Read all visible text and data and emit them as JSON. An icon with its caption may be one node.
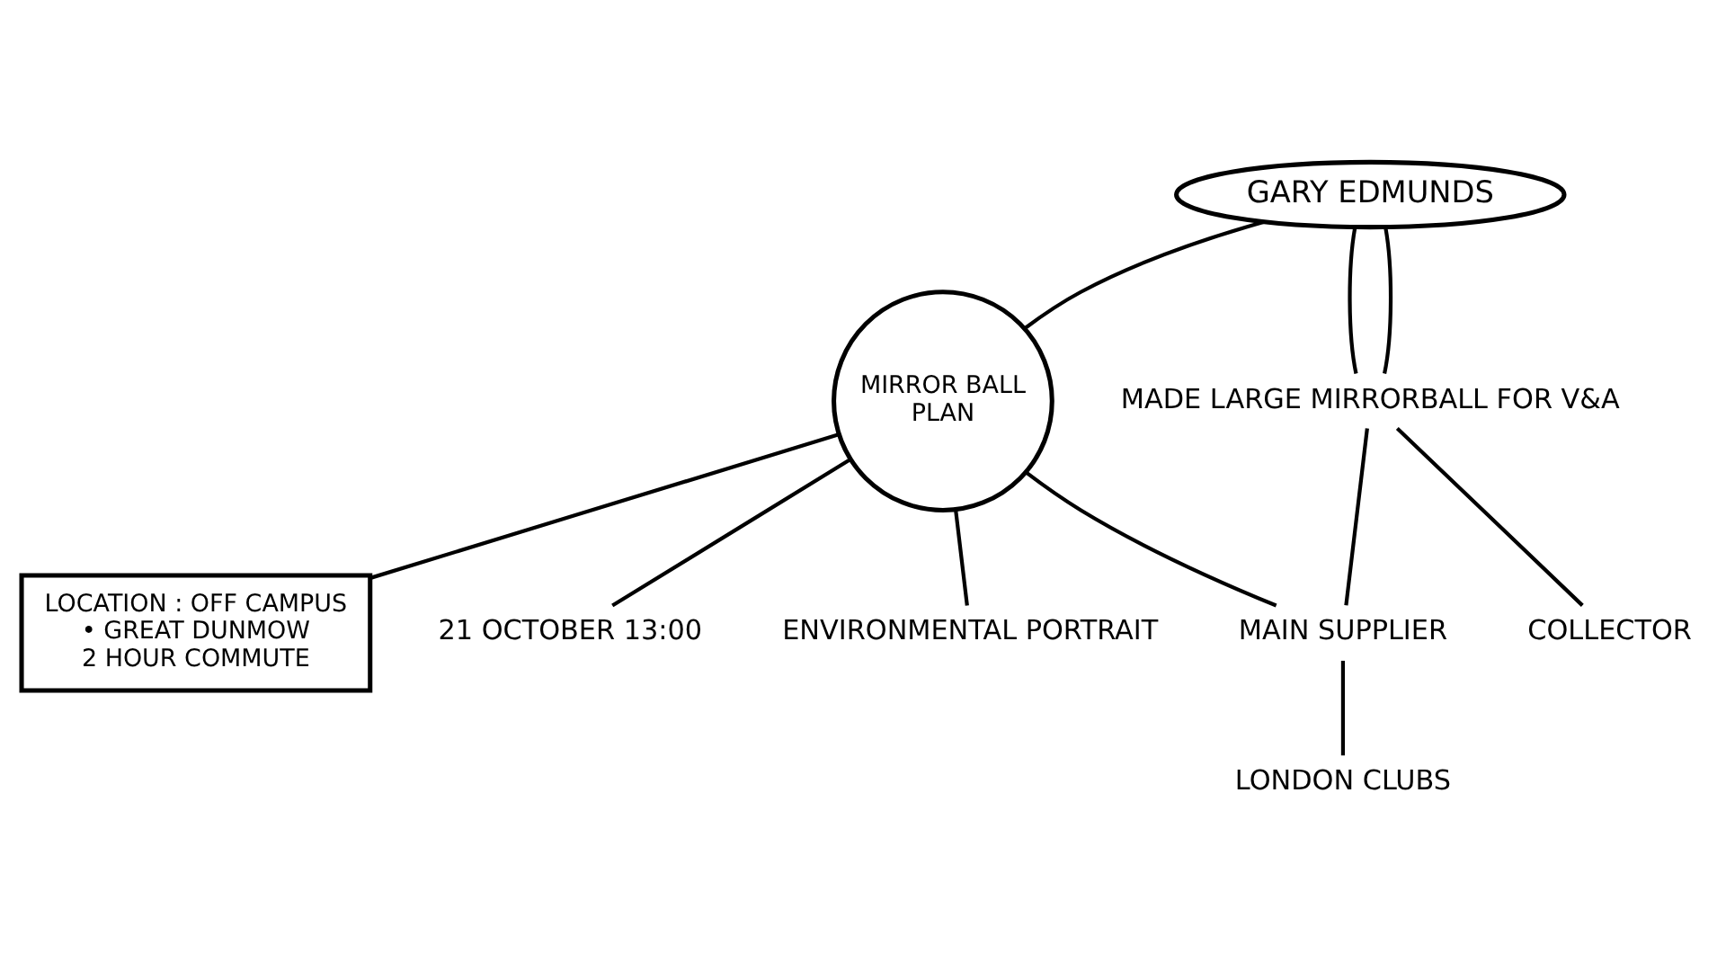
{
  "diagram": {
    "nodes": [
      {
        "text": [
          "GARY EDMUNDS"
        ]
      },
      {
        "text": [
          "MIRROR BALL",
          "PLAN"
        ]
      },
      {
        "text": [
          "MADE LARGE MIRRORBALL FOR V&A"
        ]
      },
      {
        "text": [
          "COLLECTOR"
        ]
      },
      {
        "text": [
          "MAIN SUPPLIER"
        ]
      },
      {
        "text": [
          "LONDON CLUBS"
        ]
      },
      {
        "text": [
          "LOCATION : OFF CAMPUS",
          "• GREAT DUNMOW",
          "2 HOUR COMMUTE"
        ]
      },
      {
        "text": [
          "21 OCTOBER 13:00"
        ]
      },
      {
        "text": [
          "ENVIRONMENTAL PORTRAIT"
        ]
      }
    ],
    "edges": [
      {
        "from": 0,
        "to": 1,
        "arrow": "none"
      },
      {
        "from": 0,
        "to": 2,
        "arrow": "none"
      },
      {
        "from": 0,
        "to": 2,
        "arrow": "none"
      },
      {
        "from": 2,
        "to": 3,
        "arrow": "none"
      },
      {
        "from": 2,
        "to": 4,
        "arrow": "none"
      },
      {
        "from": 1,
        "to": 4,
        "arrow": "none"
      },
      {
        "from": 4,
        "to": 5,
        "arrow": "none"
      },
      {
        "from": 1,
        "to": 6,
        "arrow": "none"
      },
      {
        "from": 1,
        "to": 7,
        "arrow": "none"
      },
      {
        "from": 1,
        "to": 8,
        "arrow": "none"
      }
    ]
  }
}
